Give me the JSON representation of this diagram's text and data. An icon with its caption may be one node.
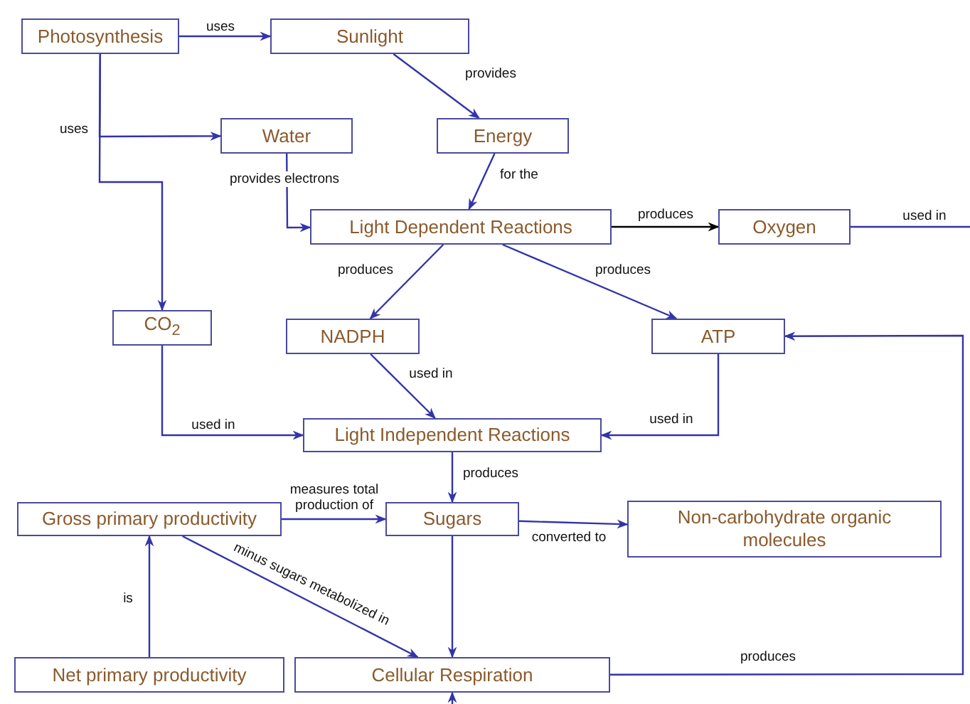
{
  "diagram": {
    "nodes": [
      {
        "text": [
          "Photosynthesis"
        ]
      },
      {
        "text": [
          "Sunlight"
        ]
      },
      {
        "text": [
          "Water"
        ]
      },
      {
        "text": [
          "Energy"
        ]
      },
      {
        "text": [
          "Light Dependent Reactions"
        ]
      },
      {
        "text": [
          "Oxygen"
        ]
      },
      {
        "text": [
          "CO$_{2}$"
        ]
      },
      {
        "text": [
          "NADPH"
        ]
      },
      {
        "text": [
          "ATP"
        ]
      },
      {
        "text": [
          "Light Independent Reactions"
        ]
      },
      {
        "text": [
          "Gross primary productivity"
        ]
      },
      {
        "text": [
          "Sugars"
        ]
      },
      {
        "text": [
          "Non-carbohydrate organic molecules"
        ]
      },
      {
        "text": [
          "Net primary productivity"
        ]
      },
      {
        "text": [
          "Cellular Respiration"
        ]
      }
    ],
    "edges": [
      {
        "from": 0,
        "to": 1,
        "arrow": "to",
        "label": "uses"
      },
      {
        "from": 0,
        "to": 2,
        "arrow": "to",
        "label": "uses"
      },
      {
        "from": 0,
        "to": 6,
        "arrow": "to"
      },
      {
        "from": 1,
        "to": 3,
        "arrow": "to",
        "label": "provides"
      },
      {
        "from": 3,
        "to": 4,
        "arrow": "to",
        "label": "for the"
      },
      {
        "from": 2,
        "to": 4,
        "arrow": "to",
        "label": "provides electrons"
      },
      {
        "from": 4,
        "to": 5,
        "arrow": "to",
        "label": "produces",
        "color": "#000000"
      },
      {
        "from": 5,
        "to": null,
        "arrow": "none",
        "label": "used in"
      },
      {
        "from": 4,
        "to": 7,
        "arrow": "to",
        "label": "produces"
      },
      {
        "from": 4,
        "to": 8,
        "arrow": "to",
        "label": "produces"
      },
      {
        "from": 7,
        "to": 9,
        "arrow": "to",
        "label": "used in"
      },
      {
        "from": 6,
        "to": 9,
        "arrow": "to",
        "label": "used in"
      },
      {
        "from": 8,
        "to": 9,
        "arrow": "to",
        "label": "used in"
      },
      {
        "from": 9,
        "to": 11,
        "arrow": "to",
        "label": "produces"
      },
      {
        "from": 10,
        "to": 11,
        "arrow": "to",
        "label": "measures total production of"
      },
      {
        "from": 11,
        "to": 12,
        "arrow": "to",
        "label": "converted to"
      },
      {
        "from": 13,
        "to": 10,
        "arrow": "to",
        "label": "is"
      },
      {
        "from": 10,
        "to": 14,
        "arrow": "to",
        "label": "minus sugars metabolized in"
      },
      {
        "from": 11,
        "to": 14,
        "arrow": "to"
      },
      {
        "from": 14,
        "to": 8,
        "arrow": "to",
        "label": "produces"
      },
      {
        "from": null,
        "to": 14,
        "arrow": "to"
      }
    ]
  }
}
